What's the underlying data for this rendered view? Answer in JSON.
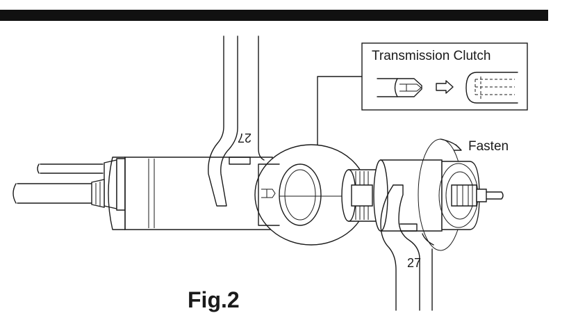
{
  "figure": {
    "caption": "Fig.2",
    "callout_title": "Transmission Clutch",
    "action_label": "Fasten",
    "wrench_number_top": "27",
    "wrench_number_bottom": "27"
  }
}
